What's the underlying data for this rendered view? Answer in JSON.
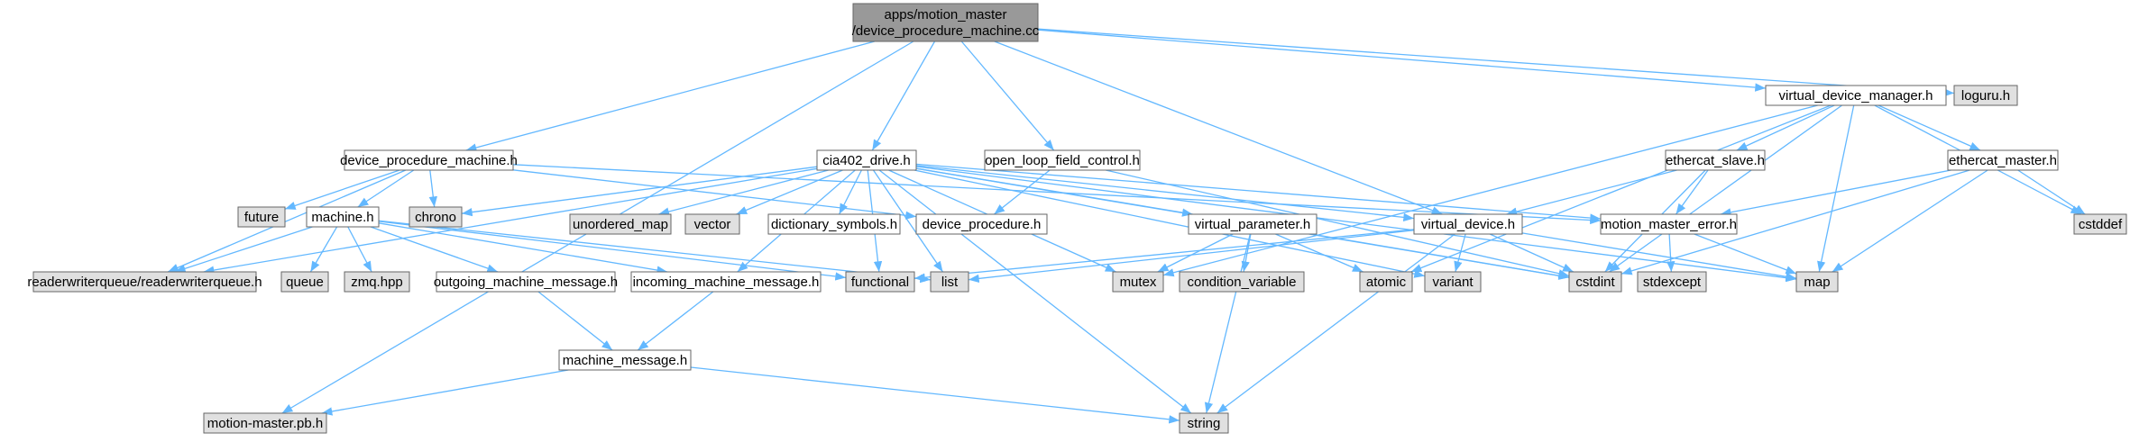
{
  "colors": {
    "root_fill": "#999999",
    "header_fill": "#ffffff",
    "system_fill": "#e0e0e0",
    "node_border": "#666666",
    "edge": "#63b8ff"
  },
  "nodes": [
    {
      "id": "root",
      "kind": "root",
      "lines": [
        "apps/motion_master",
        "/device_procedure_machine.cc"
      ]
    },
    {
      "id": "dpm_h",
      "kind": "header",
      "lines": [
        "device_procedure_machine.h"
      ]
    },
    {
      "id": "cia402",
      "kind": "header",
      "lines": [
        "cia402_drive.h"
      ]
    },
    {
      "id": "olfc",
      "kind": "header",
      "lines": [
        "open_loop_field_control.h"
      ]
    },
    {
      "id": "vdm",
      "kind": "header",
      "lines": [
        "virtual_device_manager.h"
      ]
    },
    {
      "id": "loguru",
      "kind": "system",
      "lines": [
        "loguru.h"
      ]
    },
    {
      "id": "mmpb",
      "kind": "system",
      "lines": [
        "motion-master.pb.h"
      ]
    },
    {
      "id": "future",
      "kind": "system",
      "lines": [
        "future"
      ]
    },
    {
      "id": "machine",
      "kind": "header",
      "lines": [
        "machine.h"
      ]
    },
    {
      "id": "chrono",
      "kind": "system",
      "lines": [
        "chrono"
      ]
    },
    {
      "id": "umap",
      "kind": "system",
      "lines": [
        "unordered_map"
      ]
    },
    {
      "id": "vector",
      "kind": "system",
      "lines": [
        "vector"
      ]
    },
    {
      "id": "dictsym",
      "kind": "header",
      "lines": [
        "dictionary_symbols.h"
      ]
    },
    {
      "id": "devproc",
      "kind": "header",
      "lines": [
        "device_procedure.h"
      ]
    },
    {
      "id": "vparam",
      "kind": "header",
      "lines": [
        "virtual_parameter.h"
      ]
    },
    {
      "id": "vdev",
      "kind": "header",
      "lines": [
        "virtual_device.h"
      ]
    },
    {
      "id": "mme",
      "kind": "header",
      "lines": [
        "motion_master_error.h"
      ]
    },
    {
      "id": "ecslave",
      "kind": "header",
      "lines": [
        "ethercat_slave.h"
      ]
    },
    {
      "id": "ecmaster",
      "kind": "header",
      "lines": [
        "ethercat_master.h"
      ]
    },
    {
      "id": "cstddef",
      "kind": "system",
      "lines": [
        "cstddef"
      ]
    },
    {
      "id": "rwq",
      "kind": "system",
      "lines": [
        "readerwriterqueue/readerwriterqueue.h"
      ]
    },
    {
      "id": "queue",
      "kind": "system",
      "lines": [
        "queue"
      ]
    },
    {
      "id": "zmq",
      "kind": "system",
      "lines": [
        "zmq.hpp"
      ]
    },
    {
      "id": "omm",
      "kind": "header",
      "lines": [
        "outgoing_machine_message.h"
      ]
    },
    {
      "id": "imm",
      "kind": "header",
      "lines": [
        "incoming_machine_message.h"
      ]
    },
    {
      "id": "functional",
      "kind": "system",
      "lines": [
        "functional"
      ]
    },
    {
      "id": "list",
      "kind": "system",
      "lines": [
        "list"
      ]
    },
    {
      "id": "mutex",
      "kind": "system",
      "lines": [
        "mutex"
      ]
    },
    {
      "id": "condvar",
      "kind": "system",
      "lines": [
        "condition_variable"
      ]
    },
    {
      "id": "atomic",
      "kind": "system",
      "lines": [
        "atomic"
      ]
    },
    {
      "id": "variant",
      "kind": "system",
      "lines": [
        "variant"
      ]
    },
    {
      "id": "cstdint",
      "kind": "system",
      "lines": [
        "cstdint"
      ]
    },
    {
      "id": "stdexcept",
      "kind": "system",
      "lines": [
        "stdexcept"
      ]
    },
    {
      "id": "map",
      "kind": "system",
      "lines": [
        "map"
      ]
    },
    {
      "id": "mmsg",
      "kind": "header",
      "lines": [
        "machine_message.h"
      ]
    },
    {
      "id": "string",
      "kind": "system",
      "lines": [
        "string"
      ]
    }
  ],
  "edges": [
    [
      "root",
      "dpm_h"
    ],
    [
      "root",
      "cia402"
    ],
    [
      "root",
      "olfc"
    ],
    [
      "root",
      "vdm"
    ],
    [
      "root",
      "loguru"
    ],
    [
      "root",
      "mmpb"
    ],
    [
      "root",
      "vdev"
    ],
    [
      "dpm_h",
      "future"
    ],
    [
      "dpm_h",
      "machine"
    ],
    [
      "dpm_h",
      "chrono"
    ],
    [
      "dpm_h",
      "rwq"
    ],
    [
      "dpm_h",
      "devproc"
    ],
    [
      "dpm_h",
      "mme"
    ],
    [
      "cia402",
      "chrono"
    ],
    [
      "cia402",
      "umap"
    ],
    [
      "cia402",
      "vector"
    ],
    [
      "cia402",
      "dictsym"
    ],
    [
      "cia402",
      "vparam"
    ],
    [
      "cia402",
      "vdev"
    ],
    [
      "cia402",
      "mme"
    ],
    [
      "cia402",
      "rwq"
    ],
    [
      "cia402",
      "list"
    ],
    [
      "cia402",
      "functional"
    ],
    [
      "cia402",
      "mutex"
    ],
    [
      "cia402",
      "string"
    ],
    [
      "cia402",
      "cstdint"
    ],
    [
      "cia402",
      "variant"
    ],
    [
      "cia402",
      "map"
    ],
    [
      "cia402",
      "imm"
    ],
    [
      "olfc",
      "devproc"
    ],
    [
      "olfc",
      "cstdint"
    ],
    [
      "vdm",
      "ecslave"
    ],
    [
      "vdm",
      "ecmaster"
    ],
    [
      "vdm",
      "cstddef"
    ],
    [
      "vdm",
      "mutex"
    ],
    [
      "vdm",
      "cstdint"
    ],
    [
      "vdm",
      "map"
    ],
    [
      "vdm",
      "atomic"
    ],
    [
      "machine",
      "rwq"
    ],
    [
      "machine",
      "queue"
    ],
    [
      "machine",
      "zmq"
    ],
    [
      "machine",
      "omm"
    ],
    [
      "machine",
      "imm"
    ],
    [
      "machine",
      "functional"
    ],
    [
      "machine",
      "list"
    ],
    [
      "vparam",
      "mutex"
    ],
    [
      "vparam",
      "condvar"
    ],
    [
      "vparam",
      "atomic"
    ],
    [
      "vparam",
      "cstdint"
    ],
    [
      "vparam",
      "string"
    ],
    [
      "vdev",
      "list"
    ],
    [
      "vdev",
      "variant"
    ],
    [
      "vdev",
      "cstdint"
    ],
    [
      "vdev",
      "map"
    ],
    [
      "vdev",
      "string"
    ],
    [
      "vdev",
      "functional"
    ],
    [
      "ecslave",
      "vdev"
    ],
    [
      "ecslave",
      "mme"
    ],
    [
      "ecslave",
      "cstdint"
    ],
    [
      "ecmaster",
      "cstddef"
    ],
    [
      "ecmaster",
      "map"
    ],
    [
      "ecmaster",
      "cstdint"
    ],
    [
      "ecmaster",
      "mme"
    ],
    [
      "mme",
      "stdexcept"
    ],
    [
      "mme",
      "map"
    ],
    [
      "omm",
      "mmsg"
    ],
    [
      "imm",
      "mmsg"
    ],
    [
      "mmsg",
      "mmpb"
    ],
    [
      "mmsg",
      "string"
    ]
  ]
}
